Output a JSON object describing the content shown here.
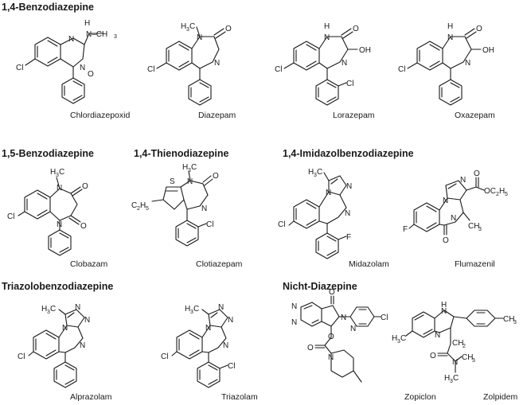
{
  "headings": {
    "benzo14": "1,4-Benzodiazepine",
    "benzo15": "1,5-Benzodiazepine",
    "thieno": "1,4-Thienodiazepine",
    "imidazo": "1,4-Imidazolbenzodiazepine",
    "triazolo": "Triazolobenzodiazepine",
    "nicht": "Nicht-Diazepine"
  },
  "compounds": {
    "chlordiazepoxid": "Chlordiazepoxid",
    "diazepam": "Diazepam",
    "lorazepam": "Lorazepam",
    "oxazepam": "Oxazepam",
    "clobazam": "Clobazam",
    "clotiazepam": "Clotiazepam",
    "midazolam": "Midazolam",
    "flumazenil": "Flumazenil",
    "alprazolam": "Alprazolam",
    "triazolam": "Triazolam",
    "zopiclon": "Zopiclon",
    "zolpidem": "Zolpidem"
  },
  "atoms": {
    "cl": "Cl",
    "f": "F",
    "n": "N",
    "o": "O",
    "h": "H",
    "s": "S",
    "oh": "OH",
    "nh_ch3": "N–CH",
    "ch3": "CH",
    "h3c": "H",
    "c2h5": "C",
    "co2et": "C",
    "sub3": "3",
    "sub2": "2",
    "sub5": "5",
    "ch2": "CH",
    "oc2h5": "OC",
    "c_letter": "C"
  }
}
